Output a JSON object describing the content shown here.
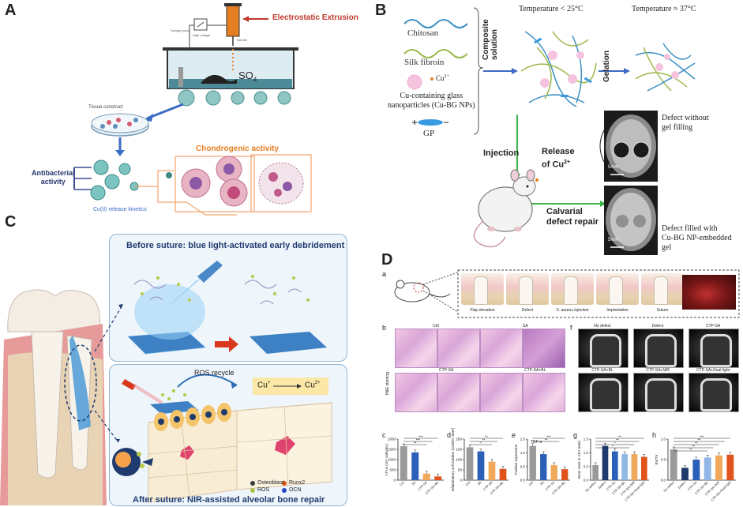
{
  "panels": {
    "a": "A",
    "b": "B",
    "c": "C",
    "d": "D"
  },
  "A": {
    "extrusion": "Electrostatic Extrusion",
    "so4": "SO",
    "so4_sub": "4",
    "tissue": "Tissue construct",
    "chondro": "Chondrogenic activity",
    "antibacterial": "Antibacterial\nactivity",
    "antibacterial_l1": "Antibacterial",
    "antibacterial_l2": "activity",
    "release": "Cu(II) release kinetics",
    "small_labels": [
      "Syringe pump",
      "Needle",
      "High voltage"
    ]
  },
  "B": {
    "chitosan": "Chitosan",
    "silk": "Silk fibroin",
    "cu_np_l1": "Cu-containing glass",
    "cu_np_l2": "nanoparticles (Cu-BG NPs)",
    "cu2": "Cu",
    "cu2_sup": "2+",
    "gp": "GP",
    "composite_l1": "Composite",
    "composite_l2": "solution",
    "temp_low": "Temperature < 25°C",
    "temp_body": "Temperature ≈ 37°C",
    "gelation": "Gelation",
    "injection": "Injection",
    "release_l1": "Release",
    "release_l2": "of Cu",
    "release_sup": "2+",
    "calvarial_l1": "Calvarial",
    "calvarial_l2": "defect repair",
    "defect1_l1": "Defect without",
    "defect1_l2": "gel filling",
    "defect2_l1": "Defect filled with",
    "defect2_l2": "Cu-BG NP-embedded",
    "defect2_l3": "gel",
    "scale": "5mm"
  },
  "C": {
    "before": "Before suture: blue light-activated early debridement",
    "after": "After suture: NIR-assisted alveolar bone repair",
    "ros_recycle": "ROS recycle",
    "cu_plus": "Cu",
    "cu_plus_sup": "+",
    "cu_2plus": "Cu",
    "cu_2plus_sup": "2+",
    "legend": [
      {
        "label": "Osteoblast",
        "color": "#3b3b3b"
      },
      {
        "label": "Runx2",
        "color": "#e0561f"
      },
      {
        "label": "ROS",
        "color": "#a8c54a"
      },
      {
        "label": "OCN",
        "color": "#2147c9"
      }
    ]
  },
  "D": {
    "sub_a": "a",
    "sub_b": "b",
    "sub_c": "c",
    "sub_d": "d",
    "sub_e": "e",
    "sub_f": "f",
    "sub_g": "g",
    "sub_h": "h",
    "steps": [
      "Flap elevation",
      "Defect",
      "S. aureus injection",
      "Implantation",
      "Suture"
    ],
    "he_label": "H&E staining",
    "he_groups": [
      "Ctrl",
      "SA",
      "CTP-SA",
      "CTP-SA+BL"
    ],
    "ct_groups": [
      "No defect",
      "Defect",
      "CTP-SA",
      "CTP-SA+BL",
      "CTP-SA+NIR",
      "CTP-SA+Dual light"
    ]
  },
  "chart_data": [
    {
      "type": "bar",
      "panel": "c",
      "ylabel": "CFUs (10⁴ units/mL)",
      "categories": [
        "Ctrl",
        "SA",
        "CTP-SA",
        "CTP-SA+BL"
      ],
      "values": [
        1650,
        1350,
        320,
        180
      ],
      "ylim": [
        0,
        2000
      ],
      "yticks": [
        "0",
        "500",
        "1000",
        "1500",
        "2000"
      ],
      "colors": [
        "#9a9a9a",
        "#2b5fb8",
        "#f0a85a",
        "#e0531d"
      ],
      "sig": [
        "***",
        "***",
        "**"
      ]
    },
    {
      "type": "bar",
      "panel": "d",
      "ylabel": "Inflammatory cell number (CD68+/ mm²)",
      "categories": [
        "Ctrl",
        "SA",
        "CTP-SA",
        "CTP-SA+BL"
      ],
      "values": [
        160,
        140,
        90,
        55
      ],
      "ylim": [
        0,
        200
      ],
      "yticks": [
        "0",
        "50",
        "100",
        "150",
        "200"
      ],
      "colors": [
        "#9a9a9a",
        "#2b5fb8",
        "#f0a85a",
        "#e0531d"
      ],
      "sig": [
        "**",
        "**",
        "*"
      ]
    },
    {
      "type": "bar",
      "panel": "e",
      "ylabel": "Positive expression",
      "title": "TNF-α",
      "categories": [
        "Ctrl",
        "SA",
        "CTP-SA",
        "CTP-SA+BL"
      ],
      "values": [
        1.25,
        0.95,
        0.55,
        0.4
      ],
      "ylim": [
        0,
        1.5
      ],
      "yticks": [
        "0.0",
        "0.5",
        "1.0",
        "1.5"
      ],
      "colors": [
        "#9a9a9a",
        "#2b5fb8",
        "#f0a85a",
        "#e0531d"
      ],
      "sig": [
        "***",
        "**"
      ]
    },
    {
      "type": "bar",
      "panel": "g",
      "ylabel": "Bone crest to CEJ (mm)",
      "categories": [
        "No defect",
        "Defect",
        "CTP-SA",
        "CTP-SA+BL",
        "CTP-SA+NIR",
        "CTP-SA+Dual light"
      ],
      "values": [
        0.55,
        1.25,
        1.05,
        0.95,
        0.95,
        0.85
      ],
      "ylim": [
        0,
        1.5
      ],
      "yticks": [
        "0.0",
        "0.5",
        "1.0",
        "1.5"
      ],
      "colors": [
        "#9a9a9a",
        "#1f3b6e",
        "#2b5fb8",
        "#8fb8e6",
        "#f0a85a",
        "#e0531d"
      ],
      "sig": [
        "**",
        "**",
        "*",
        "*"
      ]
    },
    {
      "type": "bar",
      "panel": "h",
      "ylabel": "BV/TV",
      "categories": [
        "No defect",
        "Defect",
        "CTP-SA",
        "CTP-SA+BL",
        "CTP-SA+NIR",
        "CTP-SA+Dual light"
      ],
      "values": [
        0.75,
        0.3,
        0.5,
        0.55,
        0.6,
        0.62
      ],
      "ylim": [
        0,
        1.0
      ],
      "yticks": [
        "0.0",
        "0.5",
        "1.0"
      ],
      "colors": [
        "#9a9a9a",
        "#1f3b6e",
        "#2b5fb8",
        "#8fb8e6",
        "#f0a85a",
        "#e0531d"
      ],
      "sig": [
        "***",
        "**",
        "**",
        "**",
        "**"
      ]
    }
  ]
}
